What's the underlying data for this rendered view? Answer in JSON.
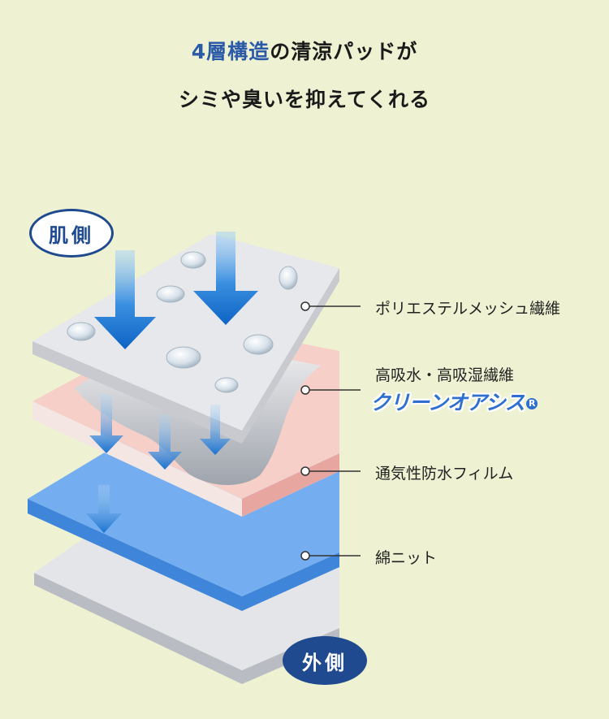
{
  "title": {
    "line1_highlight": "4層構造",
    "line1_rest": "の清涼パッドが",
    "line2": "シミや臭いを抑えてくれる"
  },
  "sides": {
    "skin": "肌側",
    "outer": "外側"
  },
  "layers": [
    {
      "label": "ポリエステルメッシュ繊維"
    },
    {
      "label": "高吸水・高吸湿繊維",
      "brand": "クリーンオアシス",
      "brand_mark": "R"
    },
    {
      "label": "通気性防水フィルム"
    },
    {
      "label": "綿ニット"
    }
  ],
  "colors": {
    "background": "#eef2d2",
    "title_highlight": "#2a5aa8",
    "badge": "#1f4a90",
    "arrow": "#1e7fd8",
    "mesh_layer": "#e6e8ec",
    "absorb_layer": "#f6cfc9",
    "film_layer": "#4a8ee0",
    "cotton_layer": "#e4e5e8",
    "brand_text": "#2f6fd0"
  }
}
